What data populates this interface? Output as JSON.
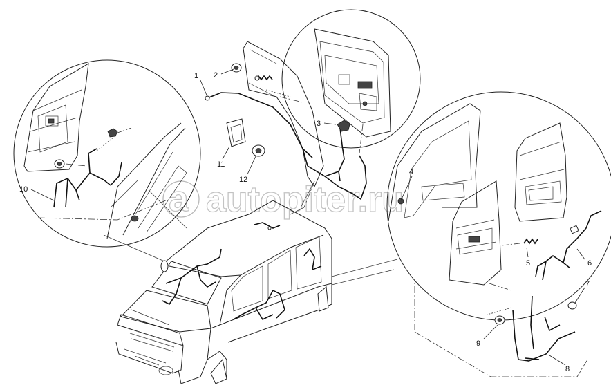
{
  "watermark": "autopiter.ru",
  "callouts": [
    {
      "id": "1",
      "label": "1"
    },
    {
      "id": "2",
      "label": "2"
    },
    {
      "id": "3",
      "label": "3"
    },
    {
      "id": "4",
      "label": "4"
    },
    {
      "id": "5",
      "label": "5"
    },
    {
      "id": "6",
      "label": "6"
    },
    {
      "id": "7",
      "label": "7"
    },
    {
      "id": "8",
      "label": "8"
    },
    {
      "id": "9",
      "label": "9"
    },
    {
      "id": "10",
      "label": "10"
    },
    {
      "id": "11",
      "label": "11"
    },
    {
      "id": "12",
      "label": "12"
    }
  ]
}
